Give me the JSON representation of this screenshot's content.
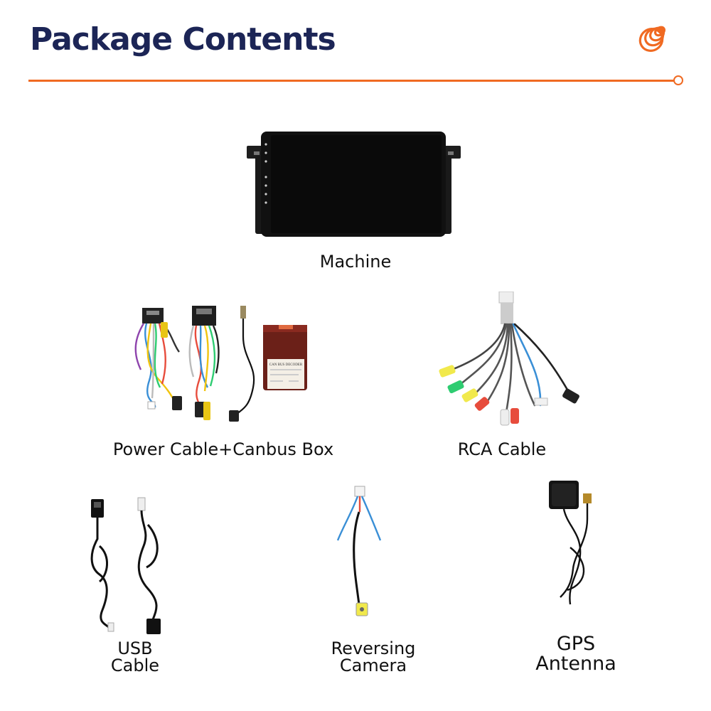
{
  "header": {
    "title": "Package Contents",
    "title_color": "#1c2556",
    "accent_color": "#f06a22",
    "logo_icon": "orange-spiral-logo"
  },
  "items": [
    {
      "label": "Machine",
      "icon": "head-unit-screen"
    },
    {
      "label": "Power Cable+Canbus Box",
      "icon": "wiring-harness-and-canbus-box",
      "box_label": "CAN BUS DECODER"
    },
    {
      "label": "RCA Cable",
      "icon": "rca-cable-bundle"
    },
    {
      "label_line1": "USB",
      "label_line2": "Cable",
      "icon": "usb-cable"
    },
    {
      "label_line1": "Reversing",
      "label_line2": "Camera",
      "icon": "reversing-camera-cable"
    },
    {
      "label_line1": "GPS",
      "label_line2": "Antenna",
      "icon": "gps-antenna"
    }
  ]
}
